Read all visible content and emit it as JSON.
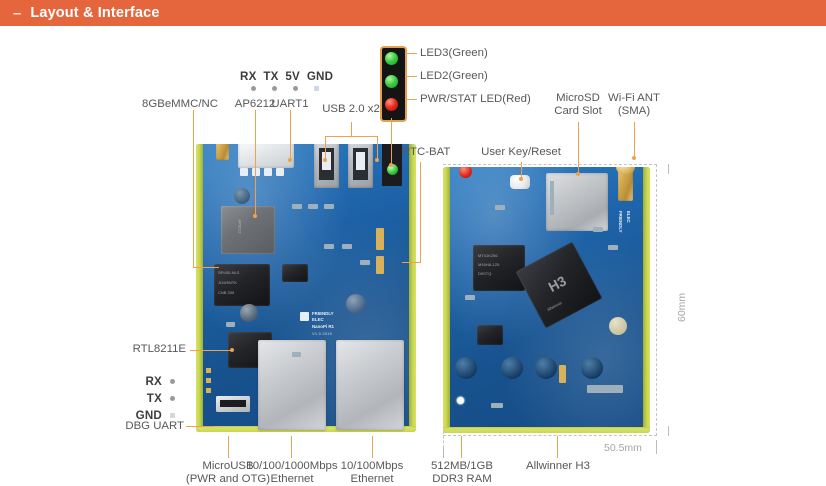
{
  "header": {
    "dash": "–",
    "title": "Layout & Interface"
  },
  "labels": {
    "emmc": "8GBeMMC/NC",
    "ap6212": "AP6212",
    "uart1": "UART1",
    "uart_pins": "RX  TX  5V  GND",
    "usb": "USB 2.0 x2",
    "led3": "LED3(Green)",
    "led2": "LED2(Green)",
    "pwr_stat": "PWR/STAT LED(Red)",
    "rtc_bat": "RTC-BAT",
    "user_key": "User Key/Reset",
    "microsd": "MicroSD\nCard Slot",
    "wifi_ant": "Wi-Fi ANT\n(SMA)",
    "rtl8211e": "RTL8211E",
    "dbg_rx": "RX",
    "dbg_tx": "TX",
    "dbg_gnd": "GND",
    "dbg_uart": "DBG UART",
    "microusb": "MicroUSB\n(PWR and OTG)",
    "eth_gbit": "10/100/1000Mbps\nEthernet",
    "eth_fast": "10/100Mbps\nEthernet",
    "ram": "512MB/1GB\nDDR3 RAM",
    "soc": "Allwinner H3"
  },
  "dimensions": {
    "width": "50.5mm",
    "height": "60mm"
  },
  "silkscreen": {
    "brand": "FRIENDLY",
    "brand2": "ELEC",
    "model": "NanoPi  R1",
    "rev": "V1.0 2019"
  },
  "colors": {
    "header_bg": "#e5663c",
    "header_text": "#ffffff",
    "leader": "#efa14e",
    "label_text": "#58585a",
    "dim_text": "#a6a6a8",
    "pcb_blue": "#1f66ad",
    "pcb_edge_yellow": "#d8e06a",
    "led_green": "#3fcf46",
    "led_red": "#ea2f22"
  }
}
